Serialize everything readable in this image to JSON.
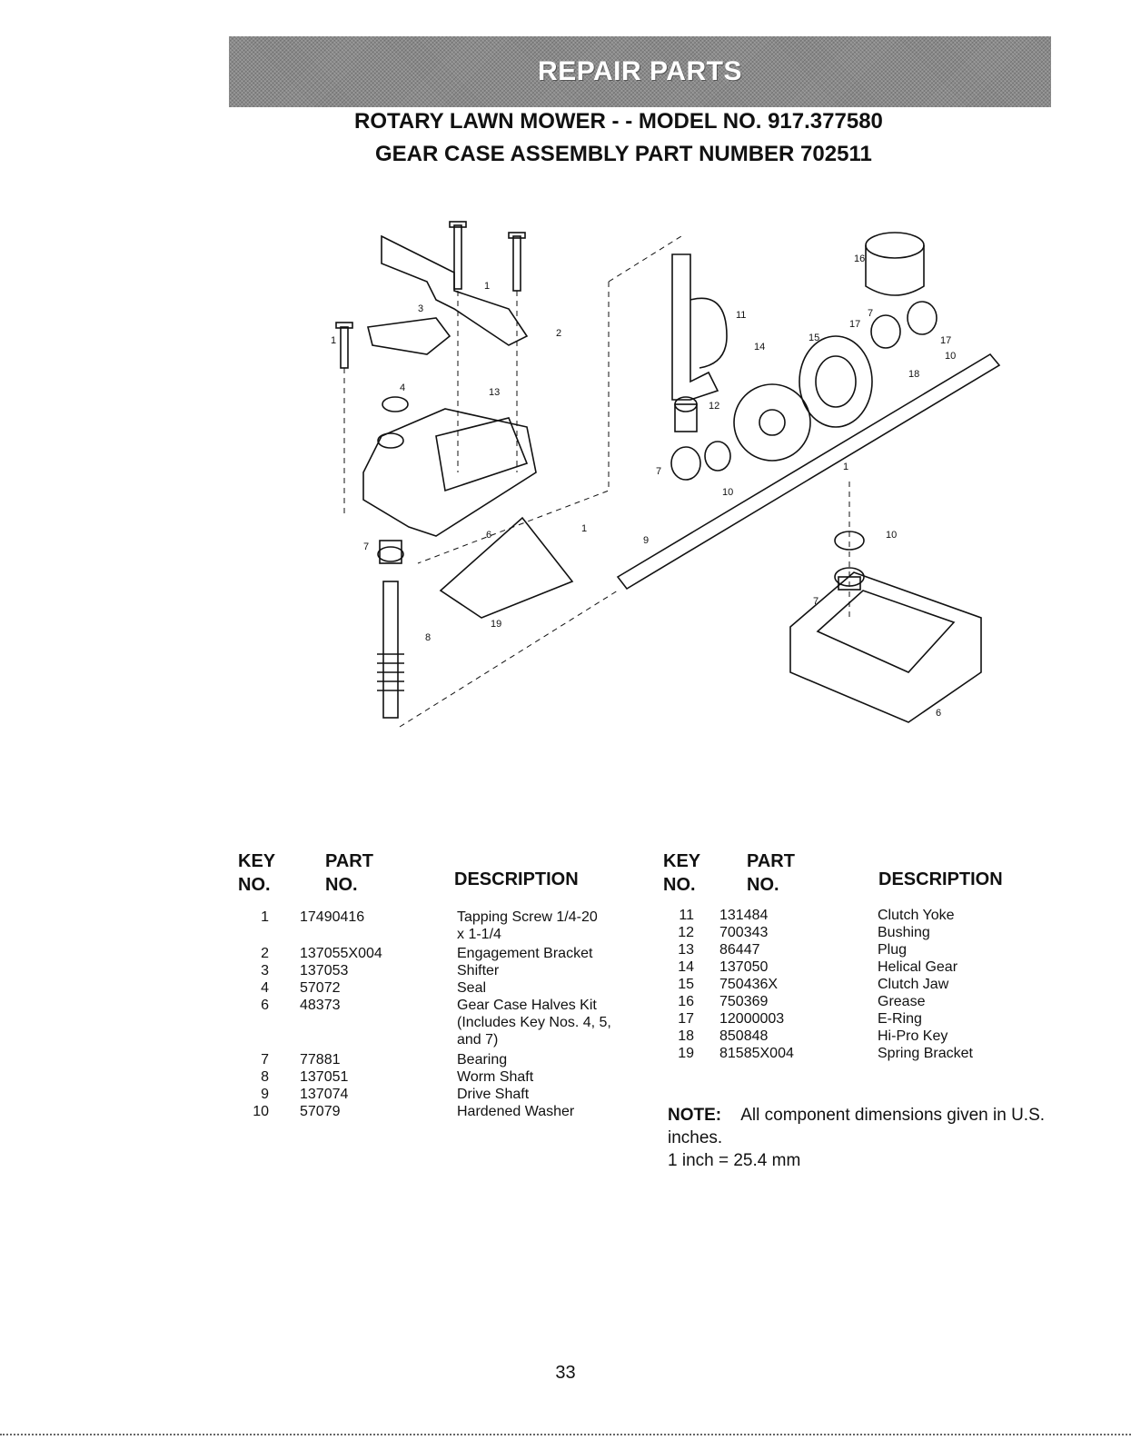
{
  "header": {
    "banner": "REPAIR PARTS",
    "title_line1": "ROTARY LAWN MOWER - - MODEL NO. 917.377580",
    "title_line2": "GEAR CASE ASSEMBLY PART NUMBER 702511"
  },
  "diagram": {
    "callouts": [
      "1",
      "3",
      "2",
      "1",
      "4",
      "13",
      "6",
      "7",
      "19",
      "1",
      "8",
      "11",
      "12",
      "14",
      "15",
      "16",
      "17",
      "7",
      "17",
      "10",
      "18",
      "7",
      "10",
      "9",
      "1",
      "10",
      "7",
      "6"
    ]
  },
  "table": {
    "col_key_line1": "KEY",
    "col_key_line2": "NO.",
    "col_part_line1": "PART",
    "col_part_line2": "NO.",
    "col_desc": "DESCRIPTION",
    "left": [
      {
        "key": "1",
        "part": "17490416",
        "desc": "Tapping Screw  1/4-20",
        "desc2": "x 1-1/4"
      },
      {
        "key": "2",
        "part": "137055X004",
        "desc": "Engagement Bracket"
      },
      {
        "key": "3",
        "part": "137053",
        "desc": "Shifter"
      },
      {
        "key": "4",
        "part": "57072",
        "desc": "Seal"
      },
      {
        "key": "6",
        "part": "48373",
        "desc": "Gear Case Halves Kit",
        "desc2": "(Includes Key Nos. 4, 5,",
        "desc3": "and 7)"
      },
      {
        "key": "7",
        "part": "77881",
        "desc": "Bearing"
      },
      {
        "key": "8",
        "part": "137051",
        "desc": "Worm Shaft"
      },
      {
        "key": "9",
        "part": "137074",
        "desc": "Drive Shaft"
      },
      {
        "key": "10",
        "part": "57079",
        "desc": "Hardened Washer"
      }
    ],
    "right": [
      {
        "key": "11",
        "part": "131484",
        "desc": "Clutch Yoke"
      },
      {
        "key": "12",
        "part": "700343",
        "desc": "Bushing"
      },
      {
        "key": "13",
        "part": "86447",
        "desc": "Plug"
      },
      {
        "key": "14",
        "part": "137050",
        "desc": "Helical Gear"
      },
      {
        "key": "15",
        "part": "750436X",
        "desc": "Clutch Jaw"
      },
      {
        "key": "16",
        "part": "750369",
        "desc": "Grease"
      },
      {
        "key": "17",
        "part": "12000003",
        "desc": "E-Ring"
      },
      {
        "key": "18",
        "part": "850848",
        "desc": "Hi-Pro Key"
      },
      {
        "key": "19",
        "part": "81585X004",
        "desc": "Spring Bracket"
      }
    ]
  },
  "note": {
    "label": "NOTE:",
    "text": "All component dimensions given in U.S. inches.",
    "conversion": "1 inch = 25.4 mm"
  },
  "page_number": "33"
}
